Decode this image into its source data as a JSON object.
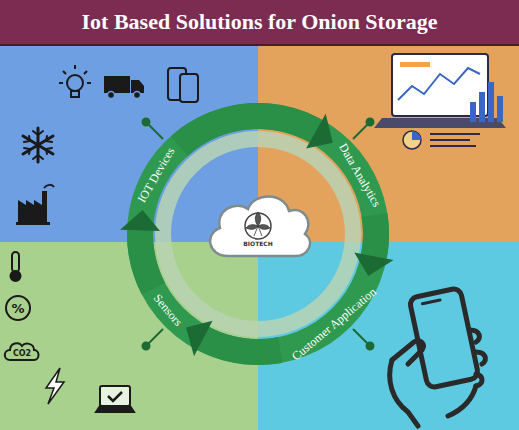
{
  "diagram": {
    "title": "Iot Based Solutions for Onion Storage",
    "nodes": [
      {
        "text": [
          "IOT Devices"
        ]
      },
      {
        "text": [
          "Data Analytics"
        ]
      },
      {
        "text": [
          "Customer Application"
        ]
      },
      {
        "text": [
          "Sensors"
        ]
      },
      {
        "text": [
          "BIOTECH"
        ]
      }
    ],
    "edges": [
      {
        "from": 0,
        "to": 1,
        "arrow": "to"
      },
      {
        "from": 1,
        "to": 2,
        "arrow": "to"
      },
      {
        "from": 2,
        "to": 3,
        "arrow": "to"
      },
      {
        "from": 3,
        "to": 0,
        "arrow": "to"
      }
    ],
    "labels": [
      "%",
      "CO2"
    ]
  }
}
